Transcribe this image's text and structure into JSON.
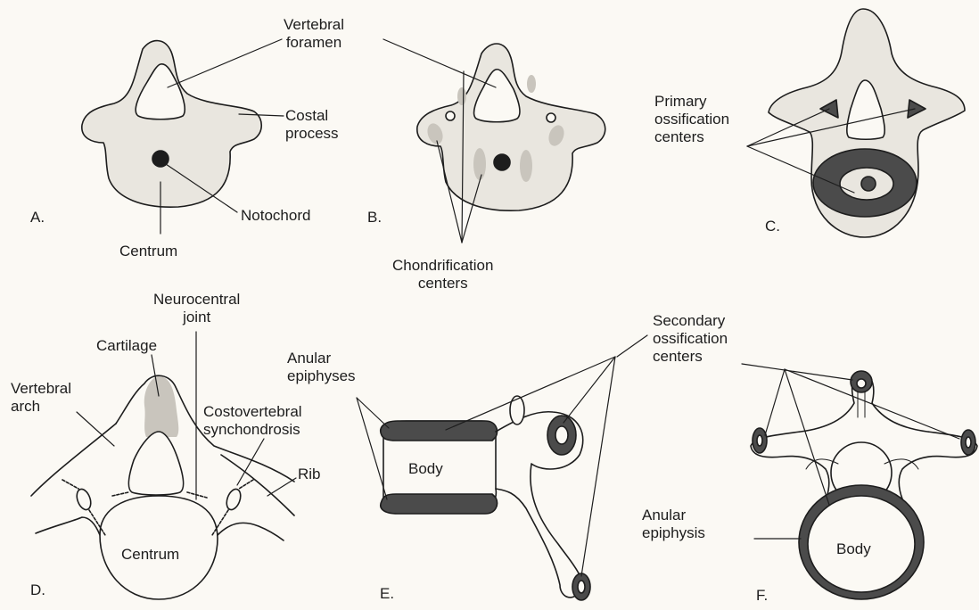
{
  "colors": {
    "ink": "#1d1d1d",
    "cartilage_fill": "#e9e6df",
    "chondrification_fill": "#c9c5bd",
    "ossification_fill": "#4b4b4b",
    "paper": "#fbf9f4"
  },
  "panels": {
    "A": {
      "letter": "A.",
      "labels": {
        "vertebral_foramen": "Vertebral\nforamen",
        "costal_process": "Costal\nprocess",
        "notochord": "Notochord",
        "centrum": "Centrum"
      }
    },
    "B": {
      "letter": "B.",
      "labels": {
        "chondrification_centers": "Chondrification\ncenters"
      }
    },
    "C": {
      "letter": "C.",
      "labels": {
        "primary_ossification_centers": "Primary\nossification\ncenters"
      }
    },
    "D": {
      "letter": "D.",
      "labels": {
        "neurocentral_joint": "Neurocentral\njoint",
        "cartilage": "Cartilage",
        "vertebral_arch": "Vertebral\narch",
        "costovertebral_synchondrosis": "Costovertebral\nsynchondrosis",
        "rib": "Rib",
        "centrum": "Centrum"
      }
    },
    "E": {
      "letter": "E.",
      "labels": {
        "anular_epiphyses": "Anular\nepiphyses",
        "body": "Body"
      }
    },
    "F": {
      "letter": "F.",
      "labels": {
        "secondary_ossification_centers": "Secondary\nossification\ncenters",
        "anular_epiphysis": "Anular\nepiphysis",
        "body": "Body"
      }
    }
  }
}
